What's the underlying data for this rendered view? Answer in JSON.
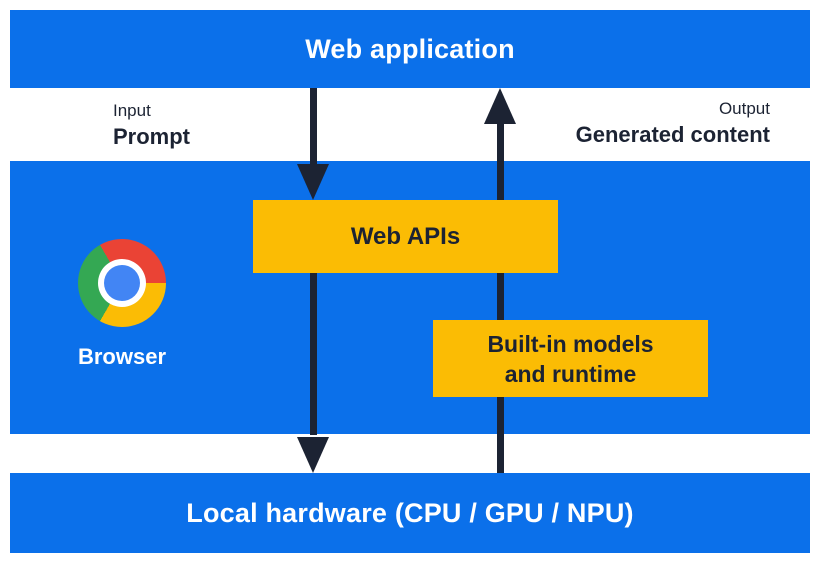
{
  "diagram": {
    "title_bar": {
      "label": "Web application"
    },
    "input": {
      "caption": "Input",
      "label": "Prompt"
    },
    "output": {
      "caption": "Output",
      "label": "Generated content"
    },
    "browser": {
      "label": "Browser",
      "web_apis": {
        "label": "Web APIs"
      },
      "builtin": {
        "line1": "Built-in models",
        "line2": "and runtime"
      }
    },
    "hardware_bar": {
      "label": "Local hardware (CPU / GPU / NPU)"
    },
    "flow": {
      "down_arrow": "web-application-to-local-hardware",
      "up_arrow": "local-hardware-to-web-application"
    }
  },
  "icons": {
    "chrome_logo": "chrome-browser-logo"
  },
  "colors": {
    "band_blue": "#0b70ea",
    "box_yellow": "#fbbc04",
    "ink_dark": "#1c2333",
    "text_white": "#ffffff",
    "chrome_red": "#ea4335",
    "chrome_green": "#34a853",
    "chrome_yellow": "#fbbc05",
    "chrome_blue": "#4285f4"
  }
}
